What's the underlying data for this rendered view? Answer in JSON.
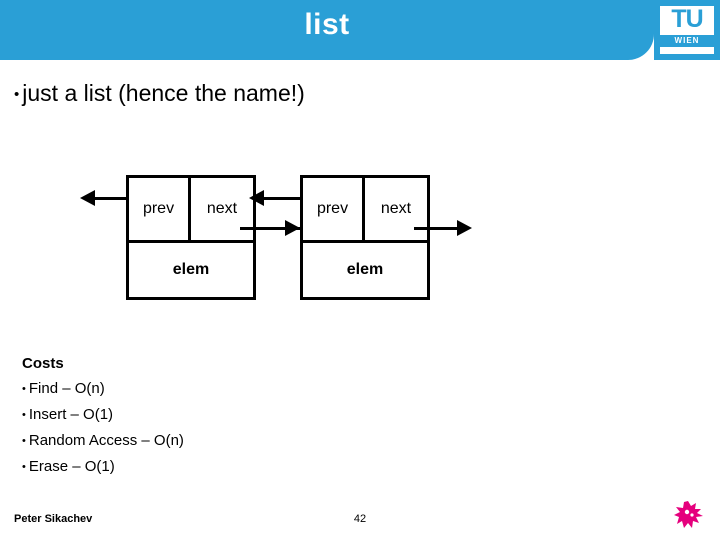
{
  "slide": {
    "title": "list",
    "lead_bullet": "just a list (hence the name!)",
    "bullet_glyph": "•"
  },
  "logo": {
    "tu_text": "TU",
    "wien_text": "WIEN",
    "brand_color": "#2a9fd6"
  },
  "diagram": {
    "nodes": [
      {
        "prev_label": "prev",
        "next_label": "next",
        "elem_label": "elem"
      },
      {
        "prev_label": "prev",
        "next_label": "next",
        "elem_label": "elem"
      }
    ]
  },
  "costs": {
    "title": "Costs",
    "items": [
      "Find – O(n)",
      "Insert – O(1)",
      "Random Access – O(n)",
      "Erase – O(1)"
    ]
  },
  "footer": {
    "author": "Peter Sikachev",
    "page_number": "42"
  }
}
